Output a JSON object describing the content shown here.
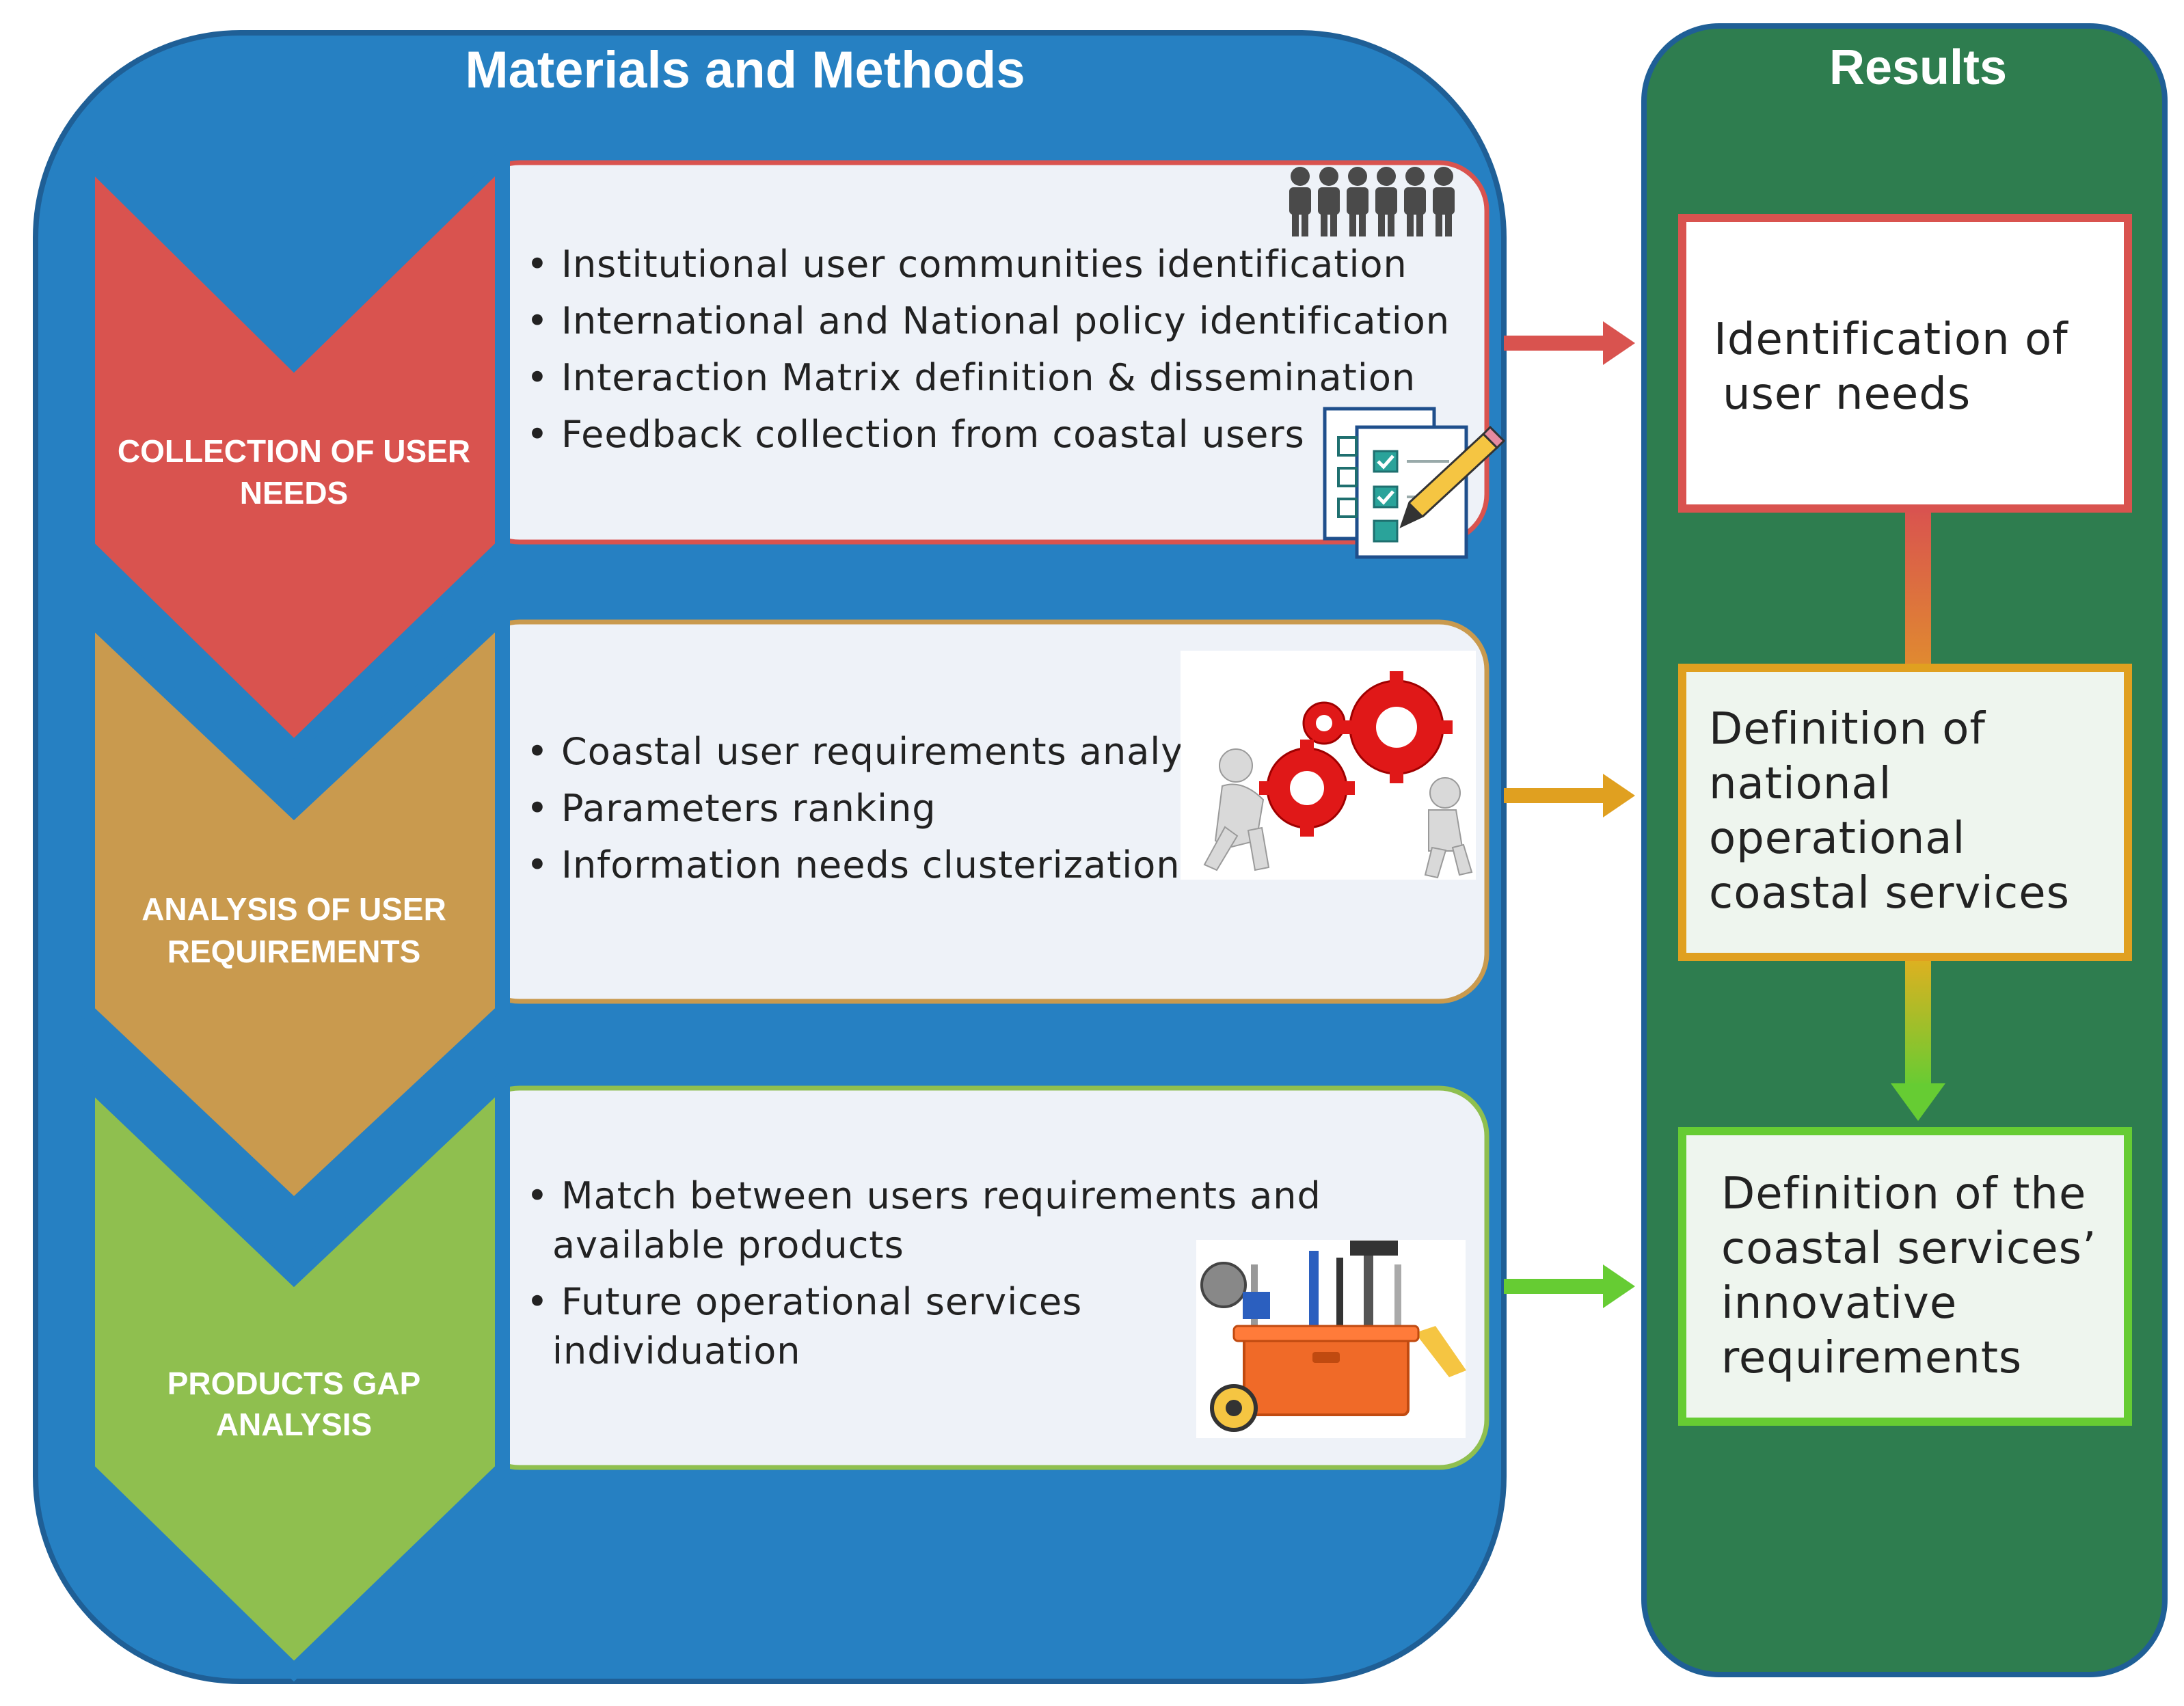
{
  "materials_methods": {
    "title": "Materials and Methods",
    "steps": [
      {
        "label_lines": [
          "COLLECTION OF USER",
          "NEEDS"
        ],
        "color": "#d9534f",
        "icon_top": "group-of-people-icon",
        "icon_bottom": "checklist-pencil-icon",
        "bullets": [
          [
            "Institutional user communities identification"
          ],
          [
            "International and National policy identification"
          ],
          [
            "Interaction Matrix definition & dissemination"
          ],
          [
            "Feedback collection from coastal users"
          ]
        ]
      },
      {
        "label_lines": [
          "ANALYSIS OF USER",
          "REQUIREMENTS"
        ],
        "color": "#c99a4e",
        "icon": "people-pushing-gears-icon",
        "bullets": [
          [
            "Coastal user requirements analysis"
          ],
          [
            "Parameters ranking"
          ],
          [
            "Information needs clusterization"
          ]
        ]
      },
      {
        "label_lines": [
          "PRODUCTS GAP",
          "ANALYSIS"
        ],
        "color": "#8fbf4f",
        "icon": "toolbox-icon",
        "bullets": [
          [
            "Match between users requirements and",
            "available products"
          ],
          [
            "Future operational services",
            "individuation"
          ]
        ]
      }
    ]
  },
  "results": {
    "title": "Results",
    "boxes": [
      {
        "lines": [
          "Identification of",
          "user needs"
        ],
        "border_color": "#d9534f"
      },
      {
        "lines": [
          "Definition of",
          "national",
          "operational",
          "coastal services"
        ],
        "border_color": "#e0a020"
      },
      {
        "lines": [
          "Definition of the",
          "coastal services’",
          "innovative",
          "requirements"
        ],
        "border_color": "#66cc33"
      }
    ]
  },
  "colors": {
    "methods_panel": "#2680c2",
    "results_panel": "#2e7d4f",
    "content_box": "#eef2f8",
    "arrow_red": "#d9534f",
    "arrow_orange": "#e0a020",
    "arrow_green": "#66cc33"
  }
}
